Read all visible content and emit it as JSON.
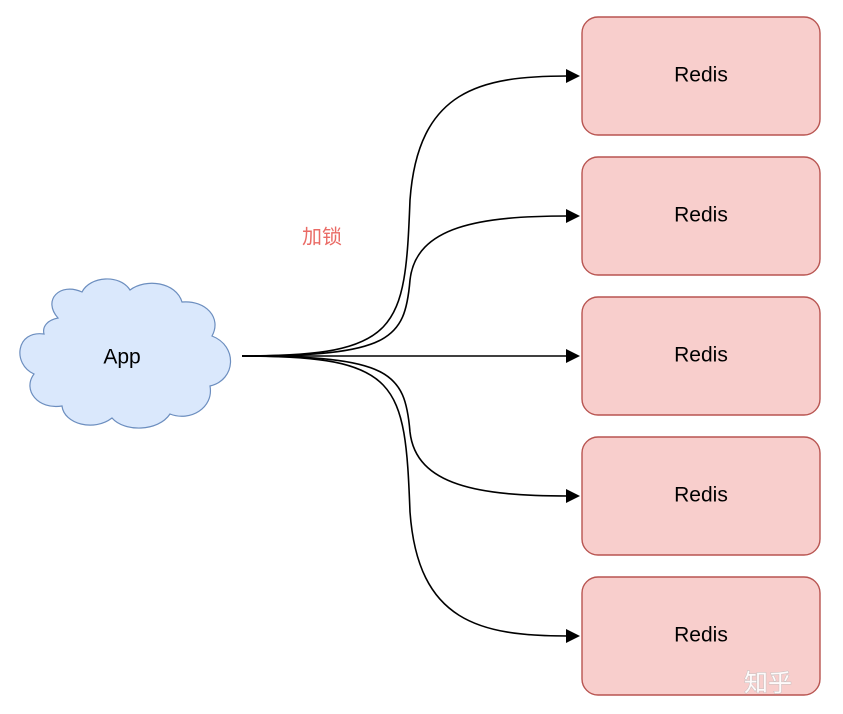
{
  "diagram": {
    "source": {
      "label": "App",
      "shape": "cloud",
      "fill": "#dae8fc",
      "stroke": "#6c8ebf"
    },
    "edge_label": {
      "text": "加锁",
      "color": "#ea6b66"
    },
    "targets": [
      {
        "label": "Redis"
      },
      {
        "label": "Redis"
      },
      {
        "label": "Redis"
      },
      {
        "label": "Redis"
      },
      {
        "label": "Redis"
      }
    ],
    "target_style": {
      "fill": "#f8cecc",
      "stroke": "#b85450"
    },
    "watermark": "知乎"
  }
}
